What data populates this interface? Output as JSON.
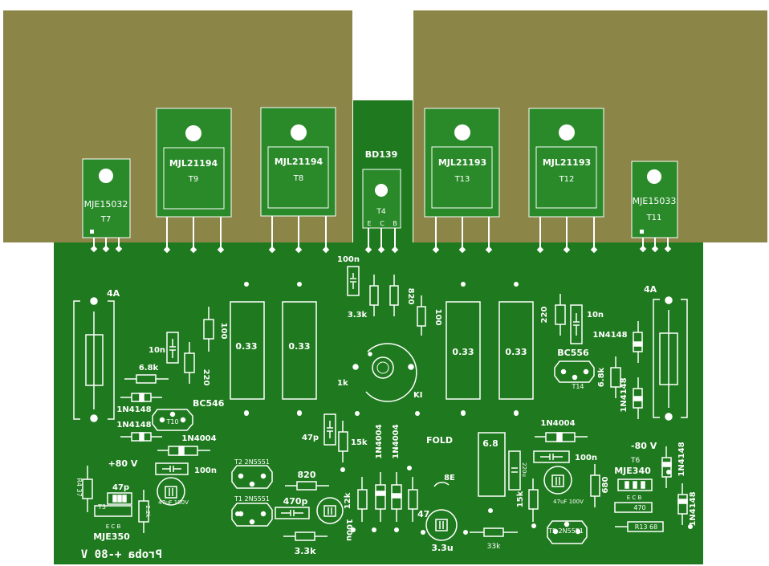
{
  "colors": {
    "heatsink": "#8b8548",
    "pcb": "#1f7a1f",
    "transistor_body": "#2a8a2a",
    "silkscreen": "#ffffff"
  },
  "transistors": [
    {
      "part": "MJE15032",
      "ref": "T7"
    },
    {
      "part": "MJL21194",
      "ref": "T9"
    },
    {
      "part": "MJL21194",
      "ref": "T8"
    },
    {
      "part": "BD139",
      "ref": "T4"
    },
    {
      "part": "MJL21193",
      "ref": "T13"
    },
    {
      "part": "MJL21193",
      "ref": "T12"
    },
    {
      "part": "MJE15033",
      "ref": "T11"
    }
  ],
  "t4_pins": [
    "E",
    "C",
    "B"
  ],
  "labels": {
    "fuse_left": "4A",
    "fuse_right": "4A",
    "r_0_33_a": "0.33",
    "r_0_33_b": "0.33",
    "r_0_33_c": "0.33",
    "r_0_33_d": "0.33",
    "c_100n_top": "100n",
    "r_3_3k_top": "3.3k",
    "r_820_top": "820",
    "r_100_top": "100",
    "r_100_left": "100",
    "c_10n_left": "10n",
    "r_220_left": "220",
    "r_6_8k_left": "6.8k",
    "d_1n4148_left_a": "1N4148",
    "d_1n4148_left_b": "1N4148",
    "q_bc546": "BC546",
    "q_t10": "T10",
    "d_1n4004_left": "1N4004",
    "pot_1k": "1k",
    "pot_ki": "KI",
    "r_220_right": "220",
    "c_10n_right": "10n",
    "q_bc556": "BC556",
    "q_t14": "T14",
    "d_1n4148_right_a": "1N4148",
    "r_6_8k_right": "6.8k",
    "d_1n4148_right_b": "1N4148",
    "c_47p_mid": "47p",
    "r_15k_mid": "15k",
    "d_1n4004_mid_a": "1N4004",
    "d_1n4004_mid_b": "1N4004",
    "fold": "FOLD",
    "r_6_8": "6.8",
    "d_1n4004_right": "1N4004",
    "c_100n_right": "100n",
    "v_minus_80": "-80 V",
    "q_t6": "T6",
    "q_mje340": "MJE340",
    "d_1n4148_right_c": "1N4148",
    "d_1n4148_right_d": "1N4148",
    "v_plus_80": "+80 V",
    "c_100n_left": "100n",
    "r_r4_37": "R4 37",
    "c_47p_left": "47p",
    "c_47uf_left": "47uF 100V",
    "q_t3": "T3",
    "q_mje350": "MJE350",
    "ebc_left": "E   C   B",
    "r_2_2k": "2.2k",
    "q_t2": "T2 2N5551",
    "q_t1": "T1 2N5551",
    "r_820_bottom": "820",
    "c_470p": "470p",
    "r_3_3k_bottom": "3.3k",
    "c_100u": "100u",
    "r_12k": "12k",
    "r_47": "47",
    "c_3_3u": "3.3u",
    "r_33k": "33k",
    "r_8e": "8E",
    "c_47uf_right": "47uF 100V",
    "r_15k_right": "15k",
    "r_680": "680",
    "c_220u": "220u",
    "q_t5": "T5 2N5551",
    "ebc_right": "E   C   B",
    "r_470": "470",
    "r_r13": "R13 68",
    "board_title": "Proba +-80 V"
  }
}
